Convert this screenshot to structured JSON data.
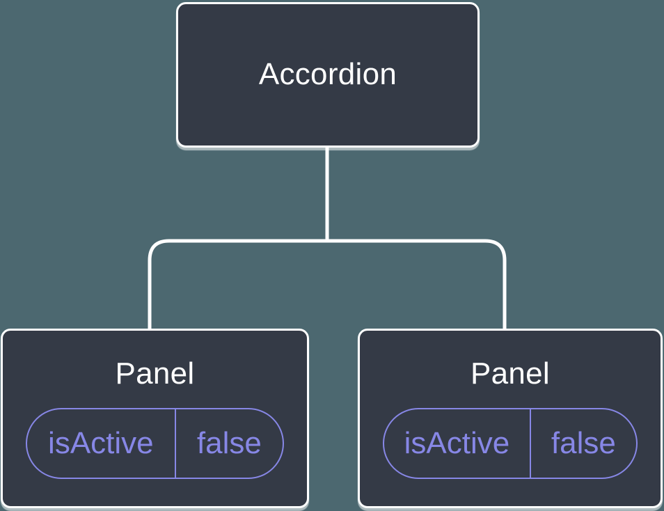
{
  "diagram": {
    "colors": {
      "background": "#4c6870",
      "node_fill": "#343a46",
      "node_border": "#ffffff",
      "connector": "#ffffff",
      "accent": "#8787e6"
    },
    "root": {
      "label": "Accordion"
    },
    "children": [
      {
        "label": "Panel",
        "state": {
          "name": "isActive",
          "value": "false"
        }
      },
      {
        "label": "Panel",
        "state": {
          "name": "isActive",
          "value": "false"
        }
      }
    ]
  }
}
